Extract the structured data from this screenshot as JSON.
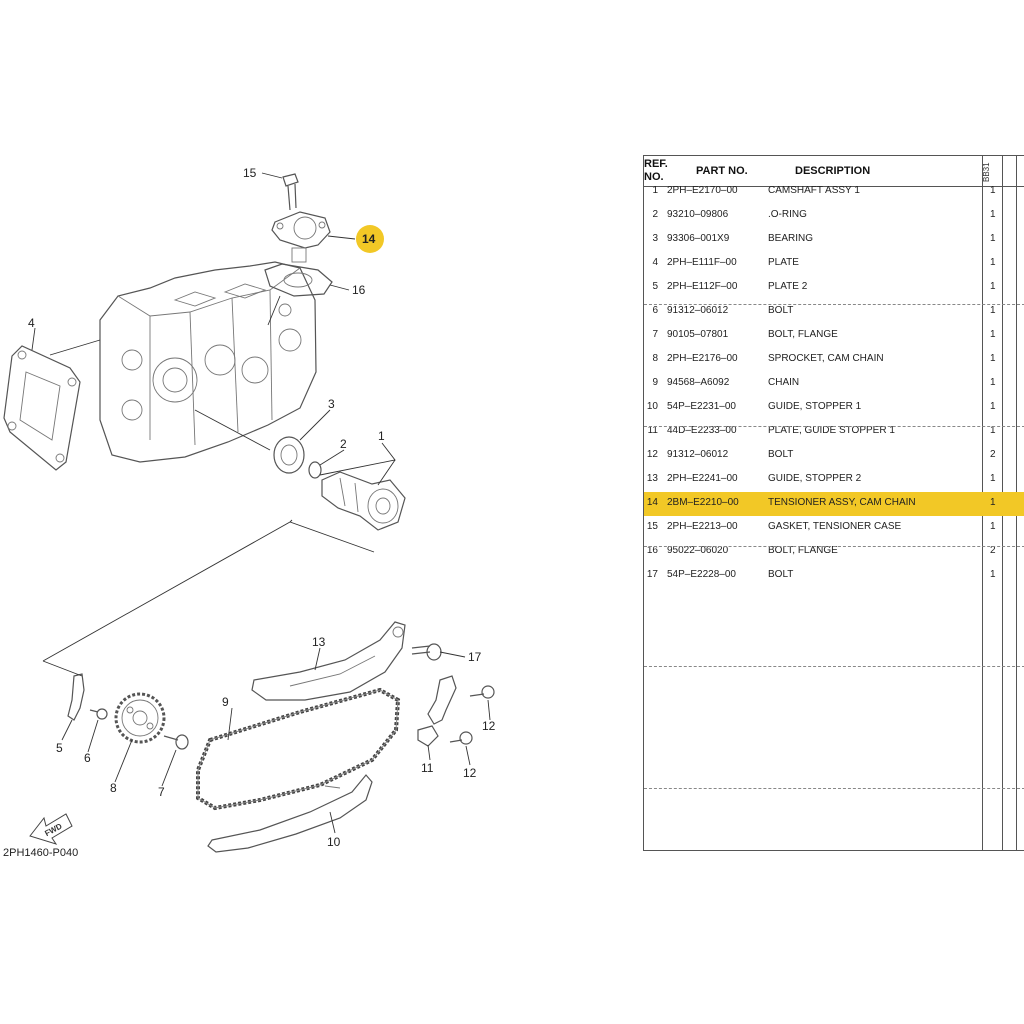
{
  "diagram": {
    "code": "2PH1460-P040",
    "fwd_label": "FWD",
    "highlight_color": "#f2c826",
    "callouts": [
      "1",
      "2",
      "3",
      "4",
      "5",
      "6",
      "7",
      "8",
      "9",
      "10",
      "11",
      "12",
      "12",
      "13",
      "14",
      "15",
      "16",
      "17"
    ]
  },
  "table": {
    "headers": {
      "ref": "REF.",
      "no": "NO.",
      "part_no": "PART NO.",
      "description": "DESCRIPTION",
      "qty_code": "BB31"
    },
    "rows": [
      {
        "ref": "1",
        "part_no": "2PH–E2170–00",
        "description": "CAMSHAFT ASSY 1",
        "qty": "1",
        "highlight": false
      },
      {
        "ref": "2",
        "part_no": "93210–09806",
        "description": ".O-RING",
        "qty": "1",
        "highlight": false
      },
      {
        "ref": "3",
        "part_no": "93306–001X9",
        "description": "BEARING",
        "qty": "1",
        "highlight": false
      },
      {
        "ref": "4",
        "part_no": "2PH–E111F–00",
        "description": "PLATE",
        "qty": "1",
        "highlight": false
      },
      {
        "ref": "5",
        "part_no": "2PH–E112F–00",
        "description": "PLATE 2",
        "qty": "1",
        "highlight": false
      },
      {
        "ref": "6",
        "part_no": "91312–06012",
        "description": "BOLT",
        "qty": "1",
        "highlight": false
      },
      {
        "ref": "7",
        "part_no": "90105–07801",
        "description": "BOLT, FLANGE",
        "qty": "1",
        "highlight": false
      },
      {
        "ref": "8",
        "part_no": "2PH–E2176–00",
        "description": "SPROCKET, CAM CHAIN",
        "qty": "1",
        "highlight": false
      },
      {
        "ref": "9",
        "part_no": "94568–A6092",
        "description": "CHAIN",
        "qty": "1",
        "highlight": false
      },
      {
        "ref": "10",
        "part_no": "54P–E2231–00",
        "description": "GUIDE, STOPPER 1",
        "qty": "1",
        "highlight": false
      },
      {
        "ref": "11",
        "part_no": "44D–E2233–00",
        "description": "PLATE, GUIDE STOPPER 1",
        "qty": "1",
        "highlight": false
      },
      {
        "ref": "12",
        "part_no": "91312–06012",
        "description": "BOLT",
        "qty": "2",
        "highlight": false
      },
      {
        "ref": "13",
        "part_no": "2PH–E2241–00",
        "description": "GUIDE, STOPPER 2",
        "qty": "1",
        "highlight": false
      },
      {
        "ref": "14",
        "part_no": "2BM–E2210–00",
        "description": "TENSIONER ASSY, CAM CHAIN",
        "qty": "1",
        "highlight": true
      },
      {
        "ref": "15",
        "part_no": "2PH–E2213–00",
        "description": "GASKET, TENSIONER CASE",
        "qty": "1",
        "highlight": false
      },
      {
        "ref": "16",
        "part_no": "95022–06020",
        "description": "BOLT, FLANGE",
        "qty": "2",
        "highlight": false
      },
      {
        "ref": "17",
        "part_no": "54P–E2228–00",
        "description": "BOLT",
        "qty": "1",
        "highlight": false
      }
    ]
  }
}
